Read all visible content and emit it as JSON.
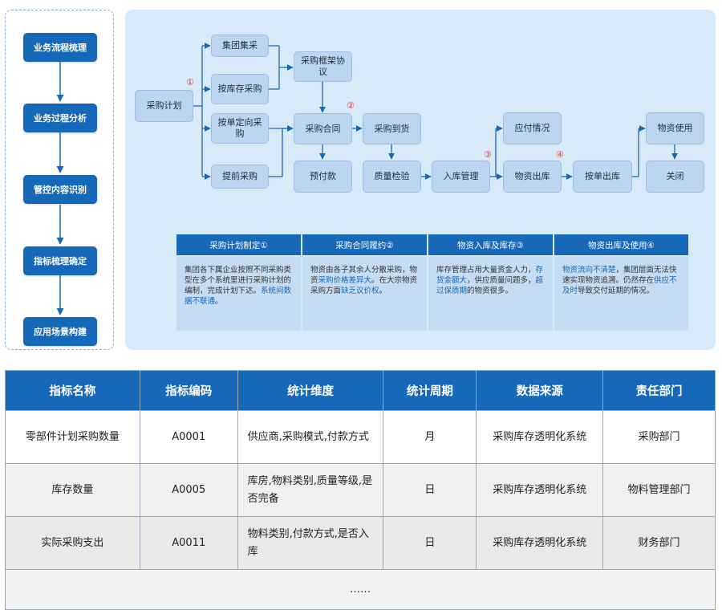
{
  "phases": [
    "业务流程梳理",
    "业务过程分析",
    "管控内容识别",
    "指标梳理确定",
    "应用场景构建"
  ],
  "flow": {
    "nodes": {
      "plan": "采购计划",
      "group": "集团集采",
      "stock": "按库存采购",
      "order": "按单定向采购",
      "advance": "提前采购",
      "framework": "采购框架协议",
      "contract": "采购合同",
      "prepay": "预付款",
      "arrival": "采购到货",
      "inspect": "质量检验",
      "inbound": "入库管理",
      "payable": "应付情况",
      "outbound": "物资出库",
      "byorder": "按单出库",
      "use": "物资使用",
      "close": "关闭"
    },
    "markers": [
      "①",
      "②",
      "③",
      "④"
    ]
  },
  "issues": [
    {
      "title": "采购计划制定①",
      "body": [
        {
          "t": "集团各下属企业按照不同采购类型在多个系统里进行采购计划的编制，完成计划下达。",
          "h": false
        },
        {
          "t": "系统间数据不联通",
          "h": true
        },
        {
          "t": "。",
          "h": false
        }
      ]
    },
    {
      "title": "采购合同履约②",
      "body": [
        {
          "t": "物资由各子其余人分散采购，物资",
          "h": false
        },
        {
          "t": "采购价格差异大",
          "h": true
        },
        {
          "t": "。在大宗物资采购方面",
          "h": false
        },
        {
          "t": "缺乏议价权",
          "h": true
        },
        {
          "t": "。",
          "h": false
        }
      ]
    },
    {
      "title": "物资入库及库存③",
      "body": [
        {
          "t": "库存管理占用大量资金人力，",
          "h": false
        },
        {
          "t": "存货金额大",
          "h": true
        },
        {
          "t": "，供应质量问题多，",
          "h": false
        },
        {
          "t": "超过保质期",
          "h": true
        },
        {
          "t": "的物资很多。",
          "h": false
        }
      ]
    },
    {
      "title": "物资出库及使用④",
      "body": [
        {
          "t": "物资流向不清楚",
          "h": true
        },
        {
          "t": "，集团层面无法快速实现物资追溯。仍然存在",
          "h": false
        },
        {
          "t": "供应不及时",
          "h": true
        },
        {
          "t": "导致交付延期的情况。",
          "h": false
        }
      ]
    }
  ],
  "table": {
    "headers": [
      "指标名称",
      "指标编码",
      "统计维度",
      "统计周期",
      "数据来源",
      "责任部门"
    ],
    "rows": [
      [
        "零部件计划采购数量",
        "A0001",
        "供应商,采购模式,付款方式",
        "月",
        "采购库存透明化系统",
        "采购部门"
      ],
      [
        "库存数量",
        "A0005",
        "库房,物料类别,质量等级,是否完备",
        "日",
        "采购库存透明化系统",
        "物料管理部门"
      ],
      [
        "实际采购支出",
        "A0011",
        "物料类别,付款方式,是否入库",
        "日",
        "采购库存透明化系统",
        "财务部门"
      ]
    ],
    "more": "……"
  },
  "colors": {
    "primary": "#1668b8",
    "node_fill": "#bcd6f1",
    "panel_bg": "#d8eaf8",
    "marker": "#e23b3b",
    "highlight": "#1668b8"
  }
}
